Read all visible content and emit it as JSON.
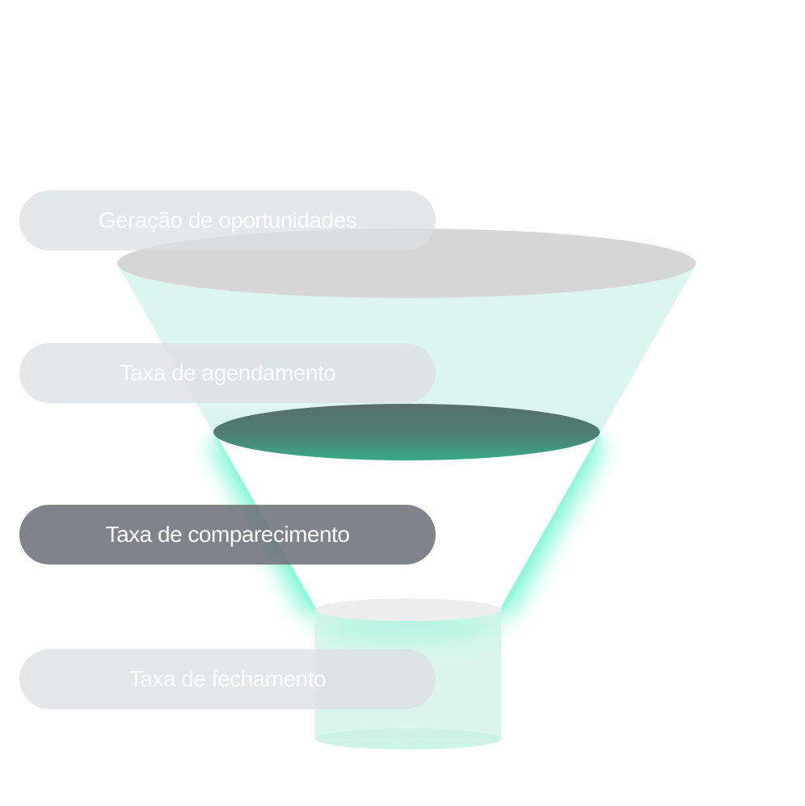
{
  "stages": [
    {
      "label": "Geração de oportunidades",
      "active": false
    },
    {
      "label": "Taxa de agendamento",
      "active": false
    },
    {
      "label": "Taxa de comparecimento",
      "active": true
    },
    {
      "label": "Taxa de fechamento",
      "active": false
    }
  ],
  "colors": {
    "accent": "#5ef5c8",
    "cone_fill": "#dcf5ee",
    "top_ellipse": "#d6d6d6",
    "mid_ellipse_top": "#58706a",
    "mid_ellipse_bottom": "#3aa888",
    "pill_inactive": "#e5e6e8",
    "pill_active": "#7d8188"
  }
}
